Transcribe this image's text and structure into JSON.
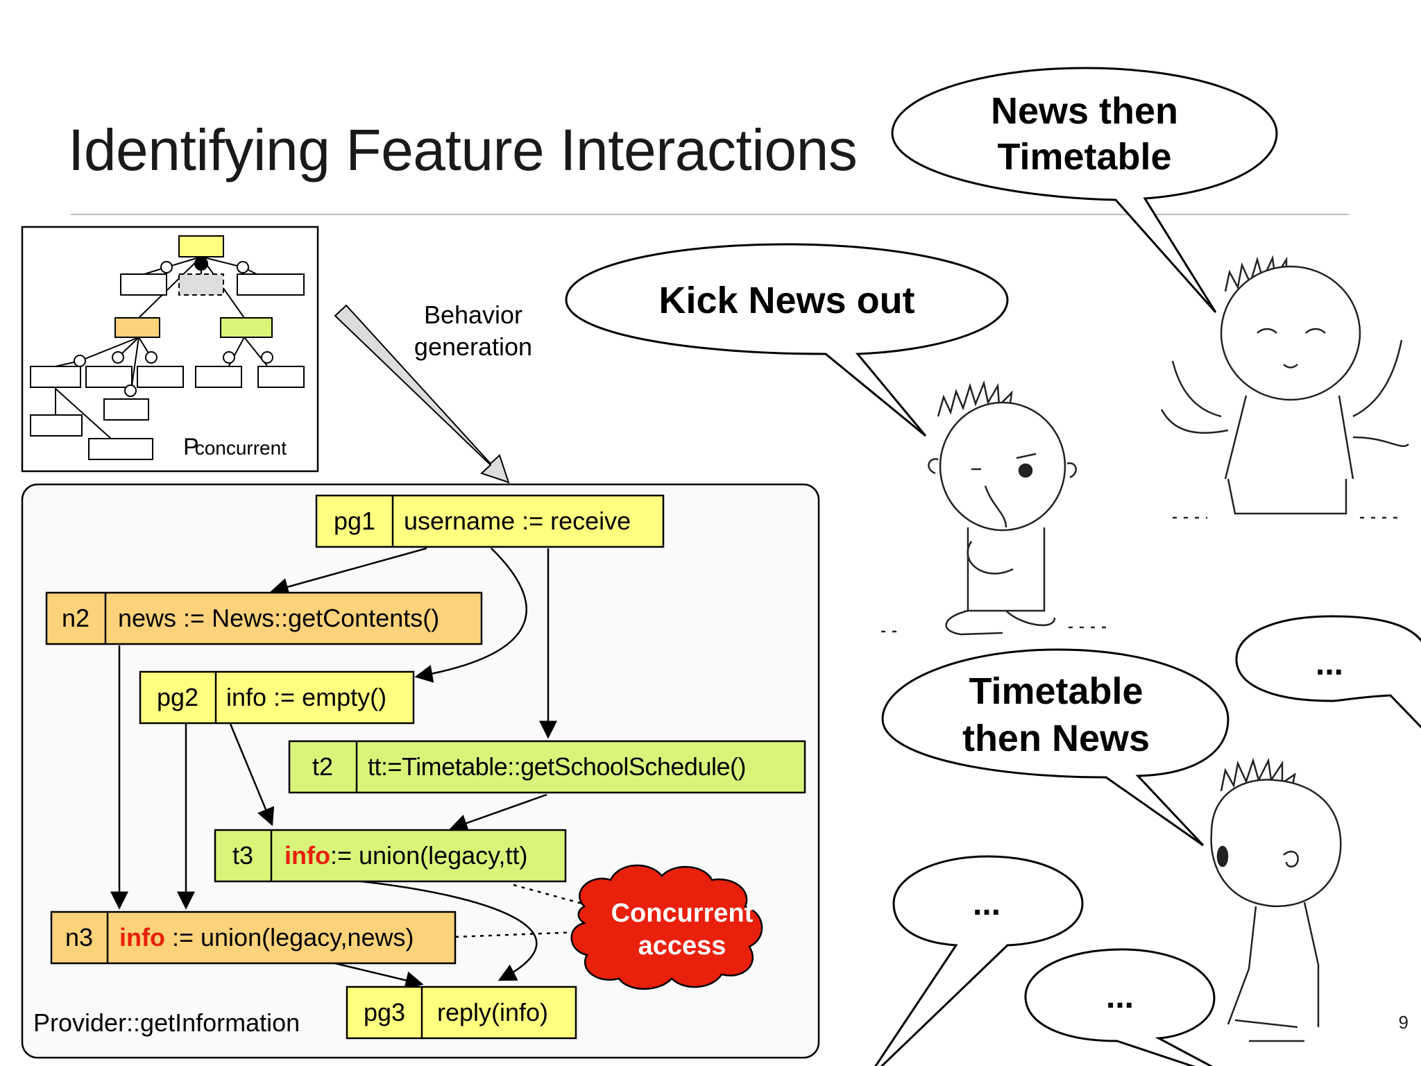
{
  "slide": {
    "title": "Identifying Feature Interactions",
    "page_number": "9"
  },
  "feature_model": {
    "label_main": "P",
    "label_sub": "concurrent"
  },
  "arrow_label": {
    "line1": "Behavior",
    "line2": "generation"
  },
  "program_graph": {
    "caption": "Provider::getInformation",
    "nodes": {
      "pg1": {
        "id": "pg1",
        "code": "username := receive"
      },
      "n2": {
        "id": "n2",
        "code": "news := News::getContents()"
      },
      "pg2": {
        "id": "pg2",
        "code": "info := empty()"
      },
      "t2": {
        "id": "t2",
        "code": "tt:=Timetable::getSchoolSchedule()"
      },
      "t3": {
        "id": "t3",
        "code_highlight": "info",
        "code_rest": ":= union(legacy,tt)"
      },
      "n3": {
        "id": "n3",
        "code_highlight": "info",
        "code_rest": " := union(legacy,news)"
      },
      "pg3": {
        "id": "pg3",
        "code": "reply(info)"
      }
    },
    "cloud": {
      "line1": "Concurrent",
      "line2": "access"
    }
  },
  "speech_bubbles": {
    "news_then_timetable": {
      "line1": "News then",
      "line2": "Timetable"
    },
    "kick_news_out": {
      "text": "Kick News out"
    },
    "timetable_then_news": {
      "line1": "Timetable",
      "line2": "then News"
    },
    "ellipsis_right": {
      "text": "..."
    },
    "ellipsis_bottom_left": {
      "text": "..."
    },
    "ellipsis_bottom_right": {
      "text": "..."
    }
  },
  "colors": {
    "yellow": "#ffff80",
    "orange": "#fcd27a",
    "green": "#d8f57a",
    "highlight_red": "#e8200c",
    "cloud_red": "#e8200c",
    "divider": "#bdbdbd"
  }
}
